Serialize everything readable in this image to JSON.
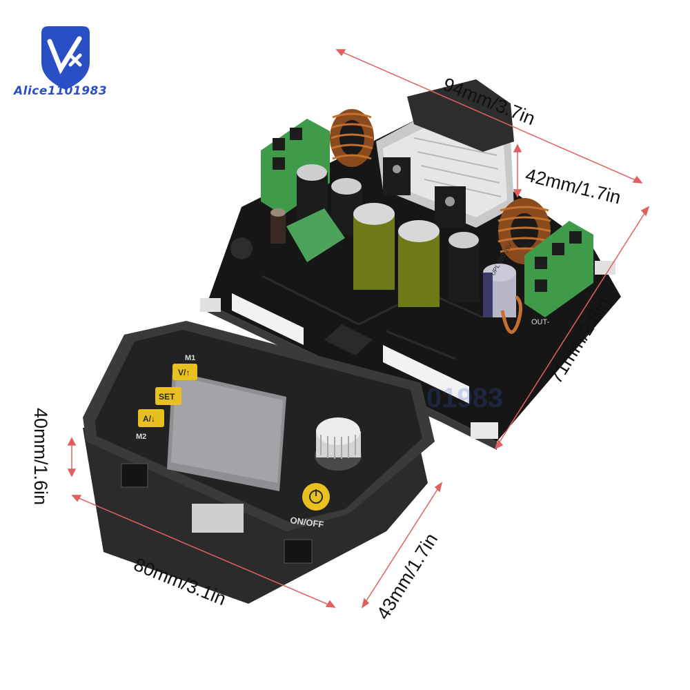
{
  "brand": {
    "logo_text": "Alice1101983",
    "watermark_text": "Alice1101983"
  },
  "dimensions": {
    "board_width": "94mm/3.7in",
    "board_height": "42mm/1.7in",
    "board_depth": "71mm/2.8in",
    "panel_height": "40mm/1.6in",
    "panel_width": "80mm/3.1in",
    "panel_depth": "43mm/1.7in"
  },
  "panel": {
    "m1_label": "M1",
    "m2_label": "M2",
    "v_button": "V/↑",
    "set_button": "SET",
    "a_button": "A/↓",
    "power_label": "ON/OFF"
  },
  "board": {
    "out_label": "OUT-",
    "capacitor_label": "UPL 220 35V"
  },
  "colors": {
    "dimension_line": "#e06060",
    "button_yellow": "#e8c020",
    "terminal_green": "#3f9a4a",
    "pcb_black": "#1a1a1a"
  }
}
